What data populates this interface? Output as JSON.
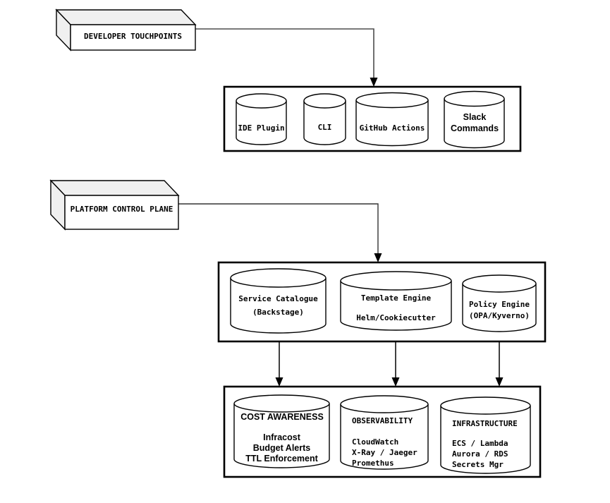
{
  "colors": {
    "stroke": "#000000",
    "background": "#ffffff",
    "box_face_shade": "#f0f0f0",
    "connector": "#4d4d4d"
  },
  "boxes": {
    "developer_touchpoints": "DEVELOPER TOUCHPOINTS",
    "platform_control_plane": "PLATFORM CONTROL PLANE"
  },
  "touchpoints": {
    "items": [
      "IDE Plugin",
      "CLI",
      "GitHub Actions",
      "Slack Commands"
    ]
  },
  "control_plane": {
    "cylinders": [
      {
        "lines": [
          "Service Catalogue",
          "(Backstage)"
        ]
      },
      {
        "lines": [
          "Template Engine",
          "Helm/Cookiecutter"
        ]
      },
      {
        "lines": [
          "Policy Engine",
          "(OPA/Kyverno)"
        ]
      }
    ]
  },
  "foundations": {
    "cylinders": [
      {
        "title": "COST AWARENESS",
        "lines": [
          "Infracost",
          "Budget Alerts",
          "TTL Enforcement"
        ]
      },
      {
        "title": "OBSERVABILITY",
        "lines": [
          "CloudWatch",
          "X-Ray / Jaeger",
          "Promethus"
        ]
      },
      {
        "title": "INFRASTRUCTURE",
        "lines": [
          "ECS / Lambda",
          "Aurora / RDS",
          "Secrets Mgr"
        ]
      }
    ]
  }
}
